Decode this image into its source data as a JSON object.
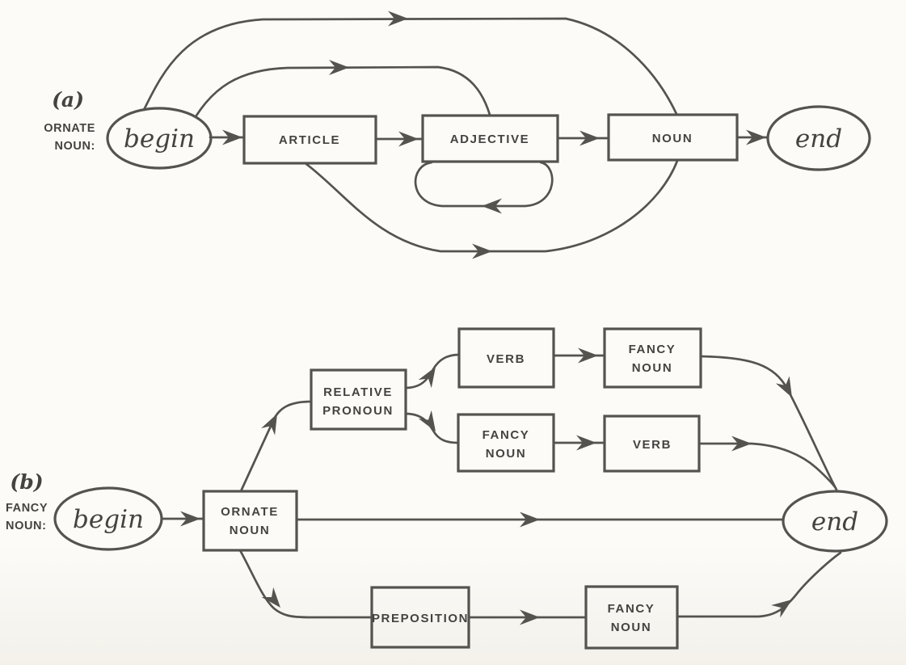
{
  "colors": {
    "ink": "#55534e",
    "text": "#454340",
    "background": "#fcfbf8"
  },
  "diagram_a": {
    "tag": "(a)",
    "side_label": [
      "ORNATE",
      "NOUN:"
    ],
    "begin_label": "begin",
    "end_label": "end",
    "article": "ARTICLE",
    "adjective": "ADJECTIVE",
    "noun": "NOUN"
  },
  "diagram_b": {
    "tag": "(b)",
    "side_label": [
      "FANCY",
      "NOUN:"
    ],
    "begin_label": "begin",
    "end_label": "end",
    "ornate_noun": [
      "ORNATE",
      "NOUN"
    ],
    "relative_pronoun": [
      "RELATIVE",
      "PRONOUN"
    ],
    "verb_upper": "VERB",
    "fancy_noun_upper": [
      "FANCY",
      "NOUN"
    ],
    "fancy_noun_middle": [
      "FANCY",
      "NOUN"
    ],
    "verb_middle": "VERB",
    "preposition": "PREPOSITION",
    "fancy_noun_lower": [
      "FANCY",
      "NOUN"
    ]
  }
}
